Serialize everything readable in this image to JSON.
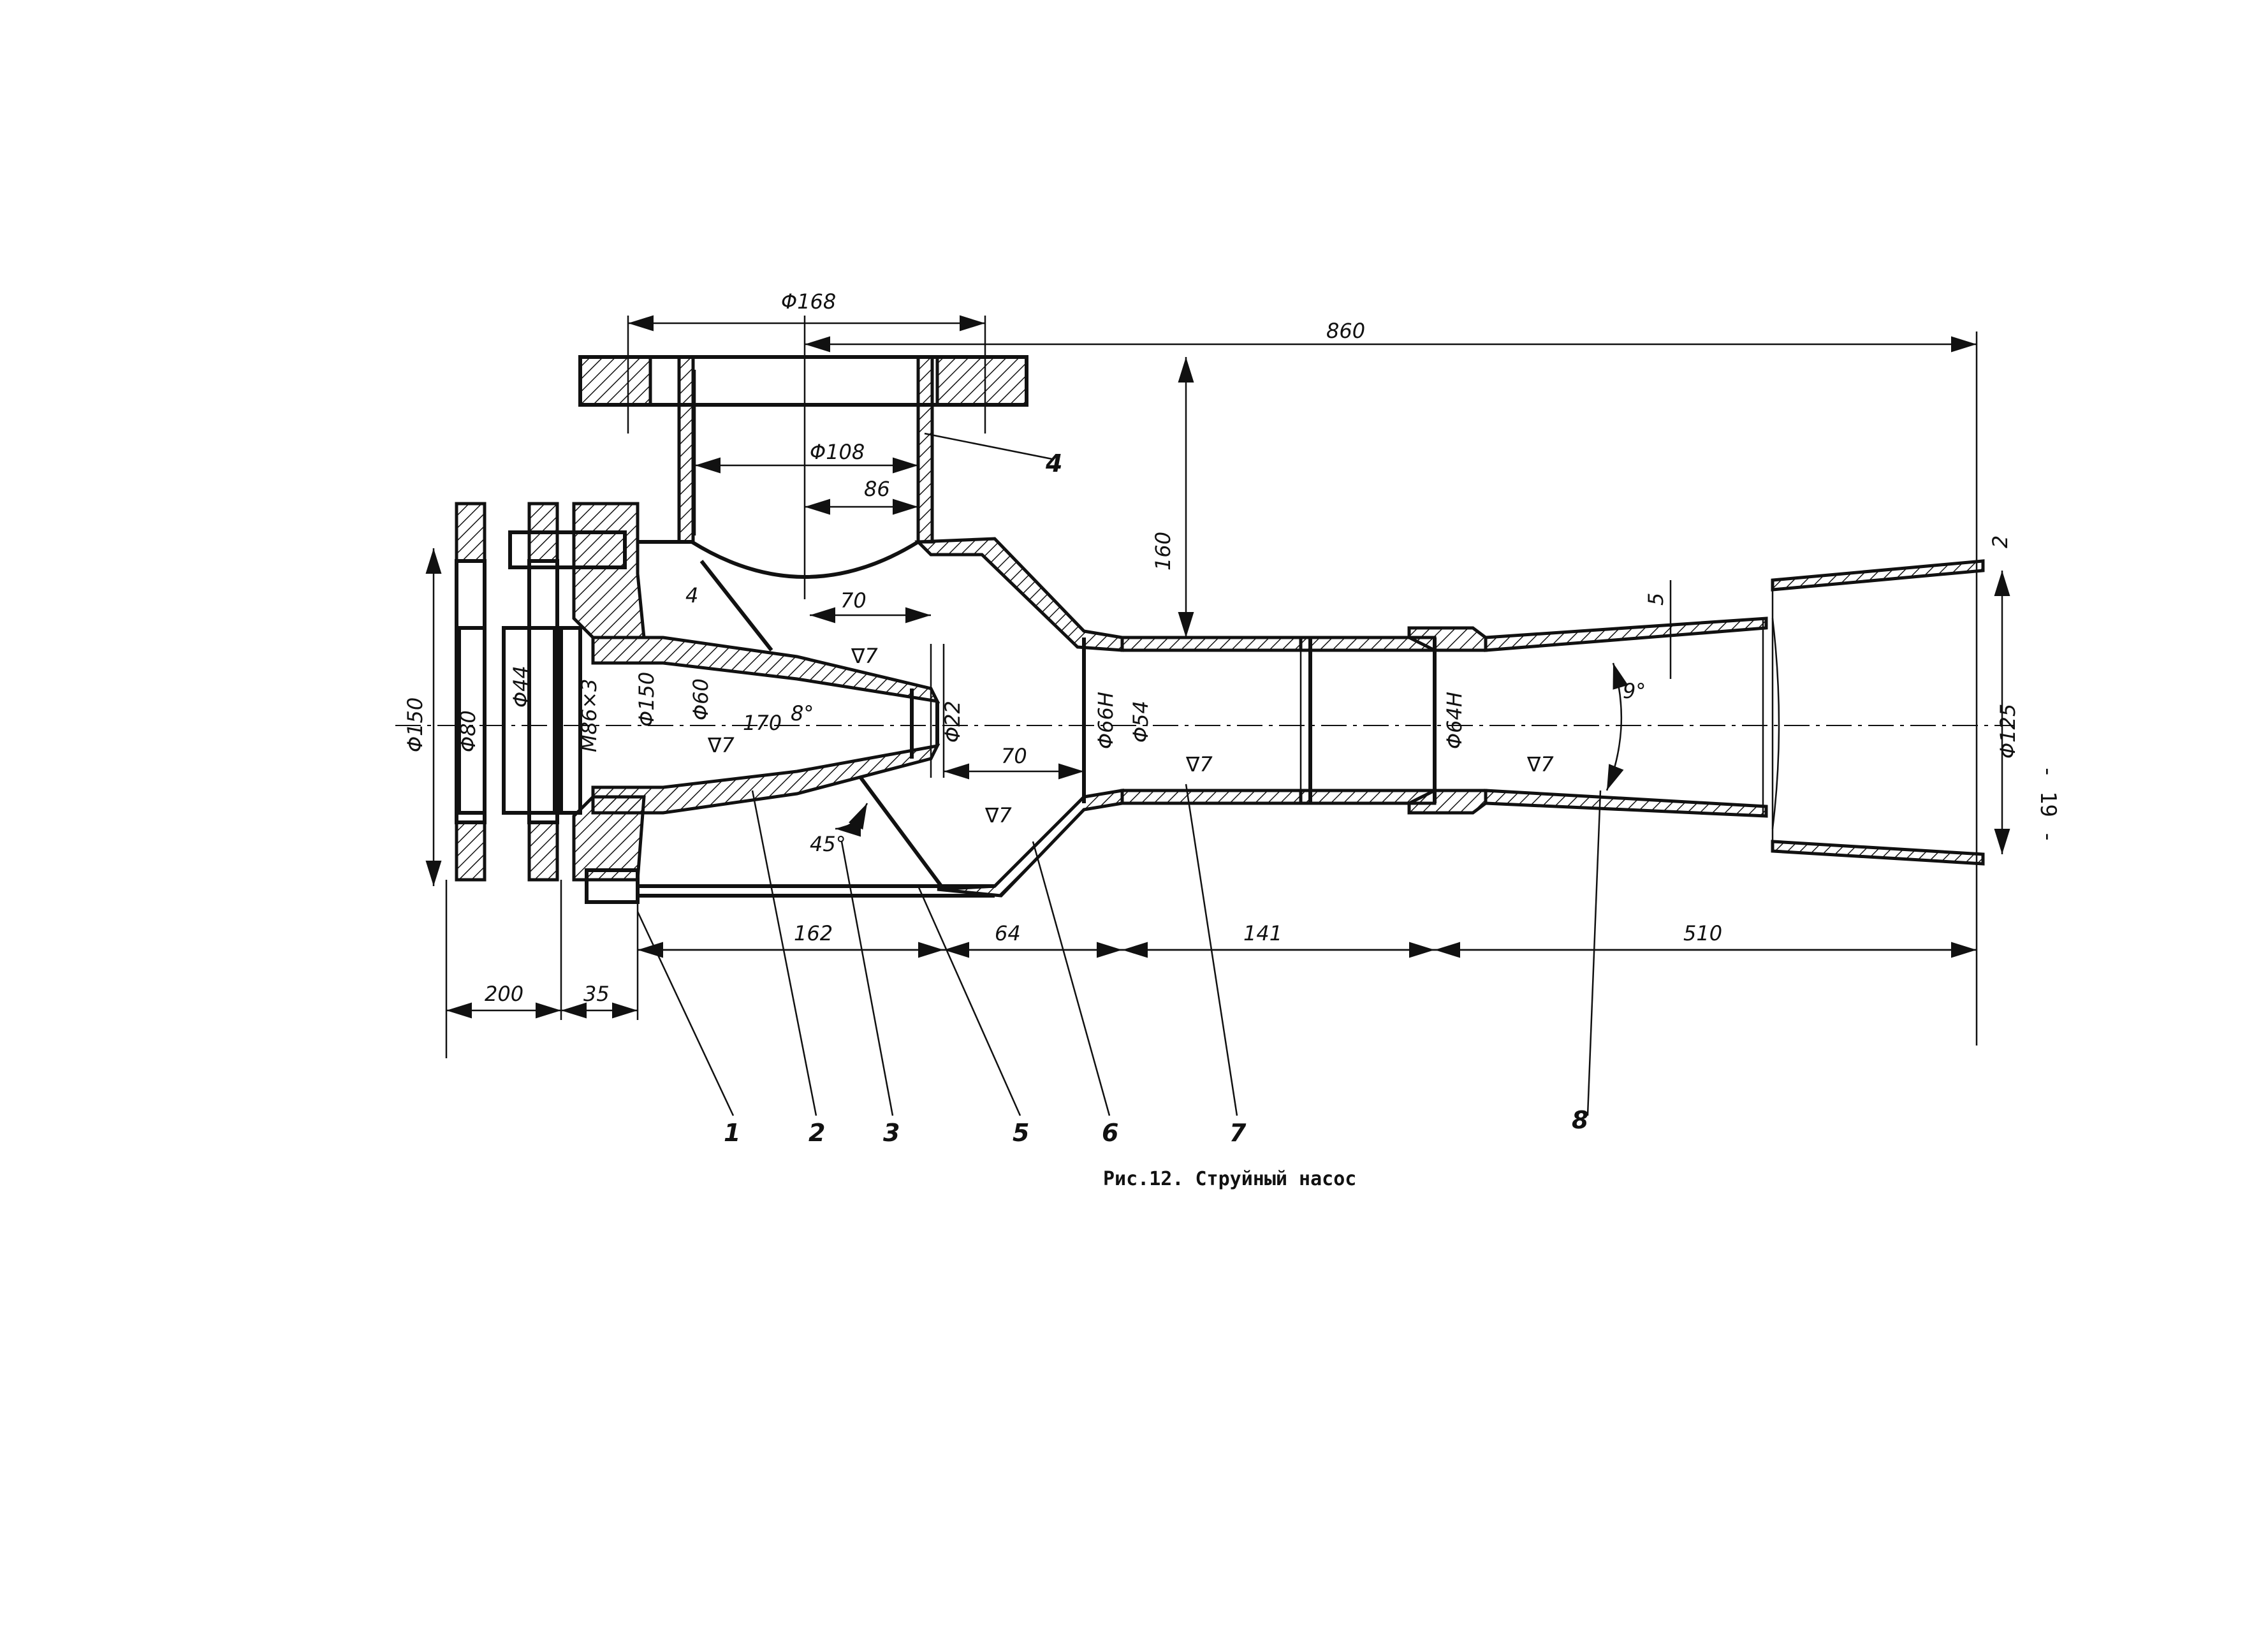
{
  "caption": "Рис.12. Струйный насос",
  "page_number": "- 19 -",
  "dimensions": {
    "d168": "Φ168",
    "l860": "860",
    "d108": "Φ108",
    "l86": "86",
    "h160": "160",
    "l70_top": "70",
    "t4": "4",
    "ang8": "8°",
    "l170": "170",
    "d60": "Φ60",
    "d150_inner": "Φ150",
    "m86": "M86×3",
    "d44": "Φ44",
    "d80": "Φ80",
    "d150_outer": "Φ150",
    "d22": "Φ22",
    "l70_mid": "70",
    "d66": "Φ66Н",
    "d54": "Φ54",
    "d64": "Φ64Н",
    "ang9": "9°",
    "t5": "5",
    "t2": "2",
    "d125": "Φ125",
    "ang45": "45°",
    "l162": "162",
    "l64": "64",
    "l141": "141",
    "l510": "510",
    "l200": "200",
    "l35": "35"
  },
  "surface_marks": {
    "s1": "∇7",
    "s2": "∇7",
    "s3": "∇7",
    "s4": "∇7",
    "s5": "∇7"
  },
  "part_labels": [
    "1",
    "2",
    "3",
    "5",
    "6",
    "7",
    "8",
    "4"
  ]
}
